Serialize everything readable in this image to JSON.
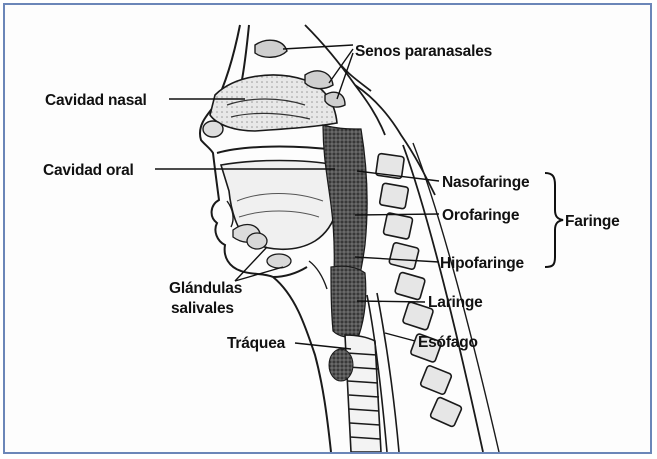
{
  "labels": {
    "senos": "Senos paranasales",
    "cavidad_nasal": "Cavidad nasal",
    "cavidad_oral": "Cavidad oral",
    "nasofaringe": "Nasofaringe",
    "orofaringe": "Orofaringe",
    "hipofaringe": "Hipofaringe",
    "faringe": "Faringe",
    "glandulas_1": "Glándulas",
    "glandulas_2": "salivales",
    "laringe": "Laringe",
    "traquea": "Tráquea",
    "esofago": "Esófago"
  },
  "colors": {
    "frame_border": "#6b86b8",
    "ink": "#111111"
  }
}
